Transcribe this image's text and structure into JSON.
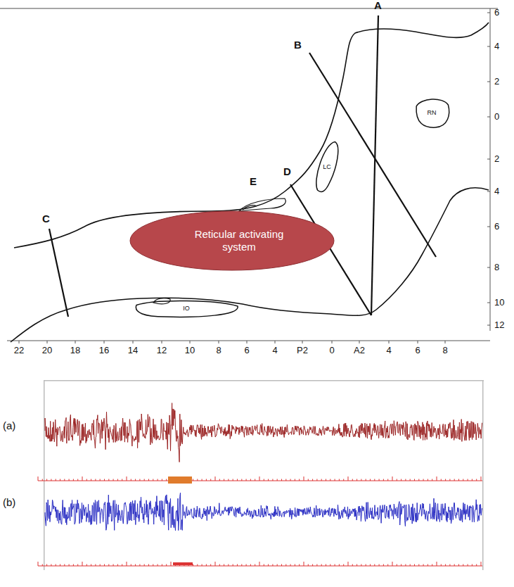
{
  "diagram": {
    "nodes": [
      {
        "text": [
          "LC"
        ]
      },
      {
        "text": [
          "RN"
        ]
      },
      {
        "text": [
          "Reticular activating system"
        ]
      },
      {
        "text": [
          "IO"
        ]
      }
    ],
    "labels": [
      "A",
      "B",
      "C",
      "D",
      "E",
      "6",
      "4",
      "2",
      "0",
      "2",
      "4",
      "6",
      "8",
      "10",
      "12",
      "22",
      "20",
      "18",
      "16",
      "14",
      "12",
      "10",
      "8",
      "6",
      "4",
      "P2",
      "0",
      "A2",
      "4",
      "6",
      "8",
      "(a)",
      "(b)"
    ]
  }
}
